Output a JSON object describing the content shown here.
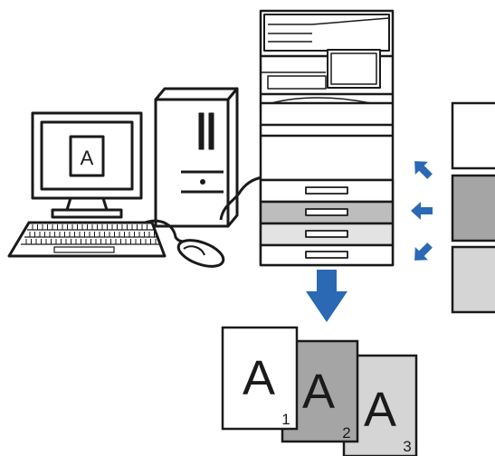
{
  "monitor": {
    "screen_letter": "A"
  },
  "output_sheets": [
    {
      "letter": "A",
      "page_number": "1",
      "fill": "#ffffff"
    },
    {
      "letter": "A",
      "page_number": "2",
      "fill": "#a5a5a5"
    },
    {
      "letter": "A",
      "page_number": "3",
      "fill": "#d5d5d5"
    }
  ],
  "paper_stacks": [
    {
      "fill": "#ffffff"
    },
    {
      "fill": "#a5a5a5"
    },
    {
      "fill": "#d5d5d5"
    }
  ],
  "colors": {
    "arrow": "#2b69b5",
    "outline": "#1a1a1a",
    "tray_mid": "#bdbdbd",
    "tray_light": "#e3e3e3"
  }
}
